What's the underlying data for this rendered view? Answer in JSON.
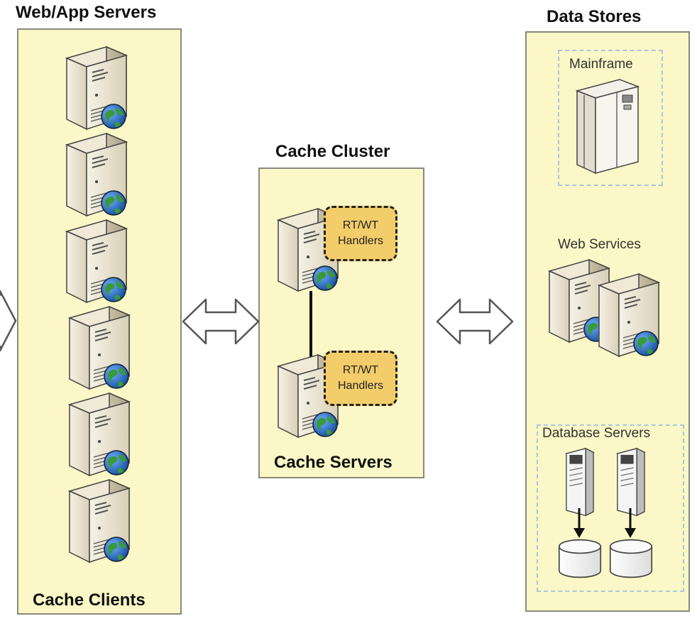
{
  "titles": {
    "web_app_servers": "Web/App Servers",
    "cache_cluster": "Cache Cluster",
    "data_stores": "Data Stores"
  },
  "panels": {
    "web": {
      "footer": "Cache Clients",
      "server_count": 6
    },
    "cache": {
      "footer": "Cache Servers",
      "handlers": [
        {
          "line1": "RT/WT",
          "line2": "Handlers"
        },
        {
          "line1": "RT/WT",
          "line2": "Handlers"
        }
      ]
    },
    "stores": {
      "mainframe": "Mainframe",
      "web_services": "Web Services",
      "database_servers": "Database Servers"
    }
  },
  "icons": {
    "server": "server-icon",
    "globe": "globe-icon",
    "mainframe": "mainframe-icon",
    "database": "database-icon",
    "arrow": "double-arrow-icon"
  },
  "colors": {
    "panel_fill": "#fbf7c6",
    "handler_fill": "#f3cd6a",
    "server_body": "#ece6d2",
    "globe_blue": "#1f5fb8",
    "globe_green": "#3a9a3a"
  }
}
